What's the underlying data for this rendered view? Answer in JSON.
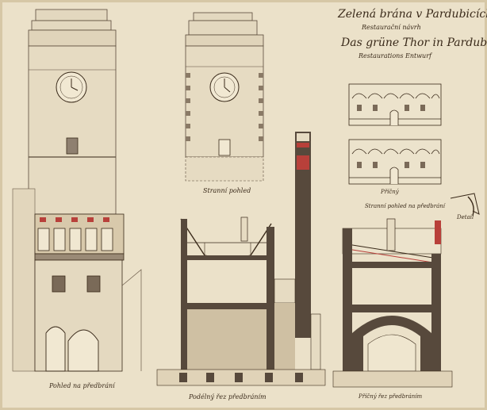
{
  "title": {
    "czech": "Zelená brána v Pardubicích",
    "czech_subtitle": "Restaurační návrh",
    "german": "Das grüne Thor in Pardubic",
    "german_subtitle": "Restaurations Entwurf"
  },
  "captions": {
    "side_elevation": "Stranní pohled",
    "cross_section_small": "Příčný",
    "side_from_gate": "Stranní pohled na předbrání",
    "detail": "Detail",
    "front_elevation": "Pohled na předbrání",
    "longitudinal_section": "Podélný řez předbráním",
    "transverse_section": "Příčný řez předbráním"
  },
  "colors": {
    "paper": "#ebe1c9",
    "ink": "#3a2a1a",
    "masonry": "#7a6a58",
    "section_fill": "#57493c",
    "accent_red": "#b8403a"
  }
}
